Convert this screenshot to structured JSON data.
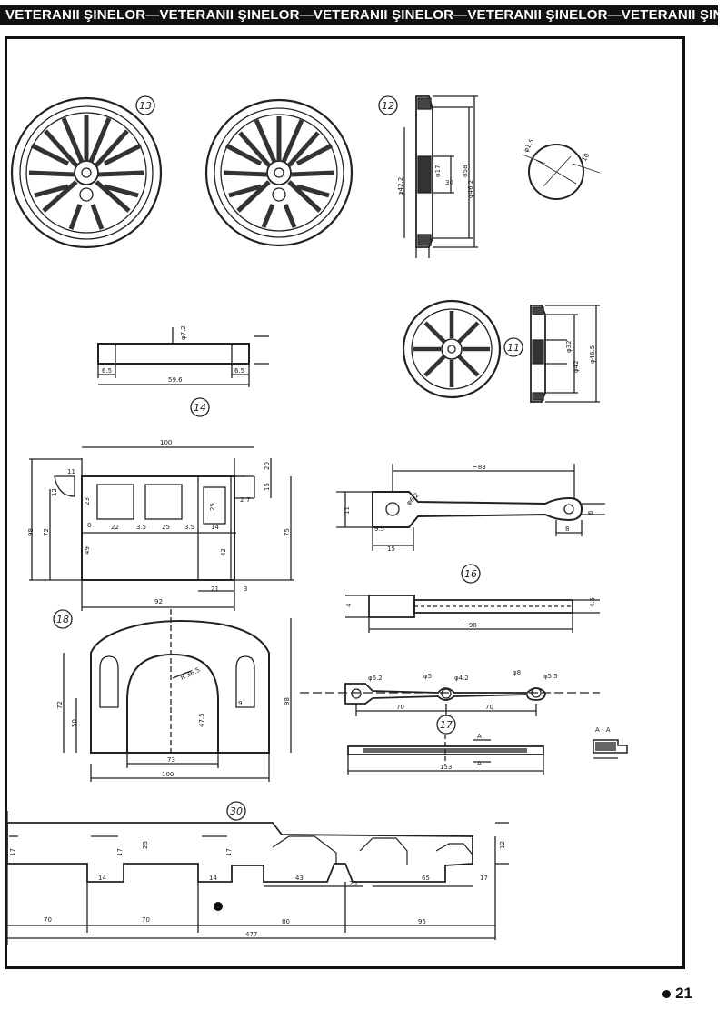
{
  "header": {
    "text": "VETERANII ŞINELOR—VETERANII ŞINELOR—VETERANII ŞINELOR—VETERANII ŞINELOR—VETERANII ŞINELOR—"
  },
  "page": {
    "number": "21"
  },
  "parts": {
    "p13": "13",
    "p12": "12",
    "p11": "11",
    "p14": "14",
    "p16": "16",
    "p17": "17",
    "p18": "18",
    "p30": "30"
  },
  "dims": {
    "d42_2": "φ42.2",
    "d17": "φ17",
    "d30": "30",
    "d58": "φ58",
    "d46_2": "φ46.2",
    "d1_5": "φ1.5",
    "d10": "10",
    "d7_2": "φ7.2",
    "d6_5a": "6.5",
    "d59_6": "59.6",
    "d6_5b": "6.5",
    "d32": "φ32",
    "d42": "φ42",
    "d46_5": "φ46.5",
    "d100": "100",
    "d92": "92",
    "d98": "98",
    "d72": "72",
    "d75": "75",
    "d20": "20",
    "d23": "23",
    "d15": "15",
    "d25": "25",
    "d22": "22",
    "d3_5a": "3.5",
    "d3_5b": "3.5",
    "d14": "14",
    "d49": "49",
    "d42b": "42",
    "d21": "21",
    "d3": "3",
    "d12": "12",
    "d8": "8",
    "d2": "2",
    "d7": "7",
    "d83": "~83",
    "d6_2": "φ6.2",
    "d11": "11",
    "d9_5": "9.5",
    "d6": "6",
    "d8b": "8",
    "d15b": "15",
    "d98b": "~98",
    "d4": "4",
    "d4_5": "4.5",
    "d73": "73",
    "d100b": "100",
    "d50": "50",
    "d47_5": "47.5",
    "d9": "9",
    "d98c": "98",
    "d72b": "72",
    "dR": "R 36.5",
    "d6_2b": "φ6.2",
    "d5": "φ5",
    "d4_2": "φ4.2",
    "d8c": "φ8",
    "d5_5": "φ5.5",
    "d70a": "70",
    "d70b": "70",
    "d153": "153",
    "dAA": "A - A",
    "dA1": "A",
    "dA2": "A",
    "d17a": "17",
    "d17b": "17",
    "d17c": "17",
    "d14b": "14",
    "d14c": "14",
    "d25b": "25",
    "d43": "43",
    "d20b": "20",
    "d65": "65",
    "d17d": "17",
    "d12b": "12",
    "d70c": "70",
    "d70d": "70",
    "d80": "80",
    "d95": "95",
    "d477": "477"
  }
}
